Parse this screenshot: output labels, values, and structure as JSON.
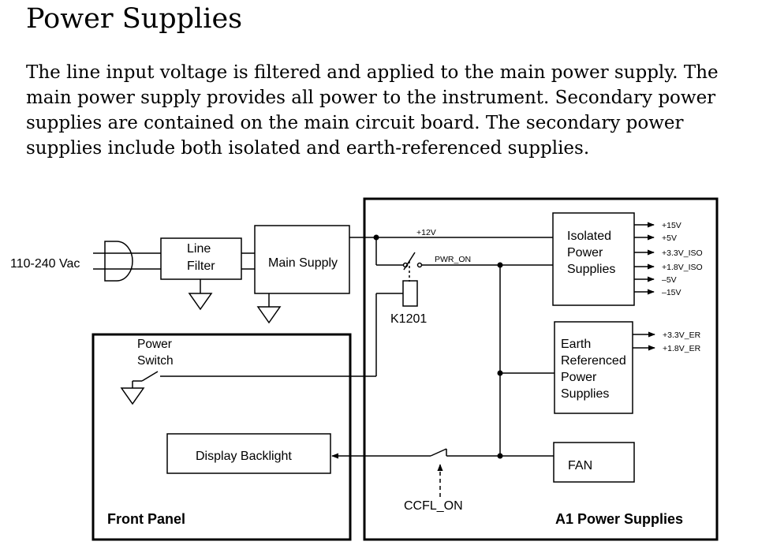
{
  "title": "Power Supplies",
  "intro": "The line input voltage is filtered and applied to the main power supply. The main power supply provides all power to the instrument. Secondary power supplies are contained on the main circuit board. The secondary power supplies include both isolated and earth-referenced supplies.",
  "diagram": {
    "input_label": "110-240 Vac",
    "line_filter": [
      "Line",
      "Filter"
    ],
    "main_supply": "Main Supply",
    "rail_12v": "+12V",
    "pwr_on": "PWR_ON",
    "relay": "K1201",
    "power_switch": [
      "Power",
      "Switch"
    ],
    "isolated": {
      "label": [
        "Isolated",
        "Power",
        "Supplies"
      ],
      "outputs": [
        "+15V",
        "+5V",
        "+3.3V_ISO",
        "+1.8V_ISO",
        "–5V",
        "–15V"
      ]
    },
    "earth": {
      "label": [
        "Earth",
        "Referenced",
        "Power",
        "Supplies"
      ],
      "outputs": [
        "+3.3V_ER",
        "+1.8V_ER"
      ]
    },
    "fan": "FAN",
    "display_backlight": "Display Backlight",
    "ccfl_on": "CCFL_ON",
    "front_panel": "Front Panel",
    "a1_power_supplies": "A1 Power Supplies"
  }
}
